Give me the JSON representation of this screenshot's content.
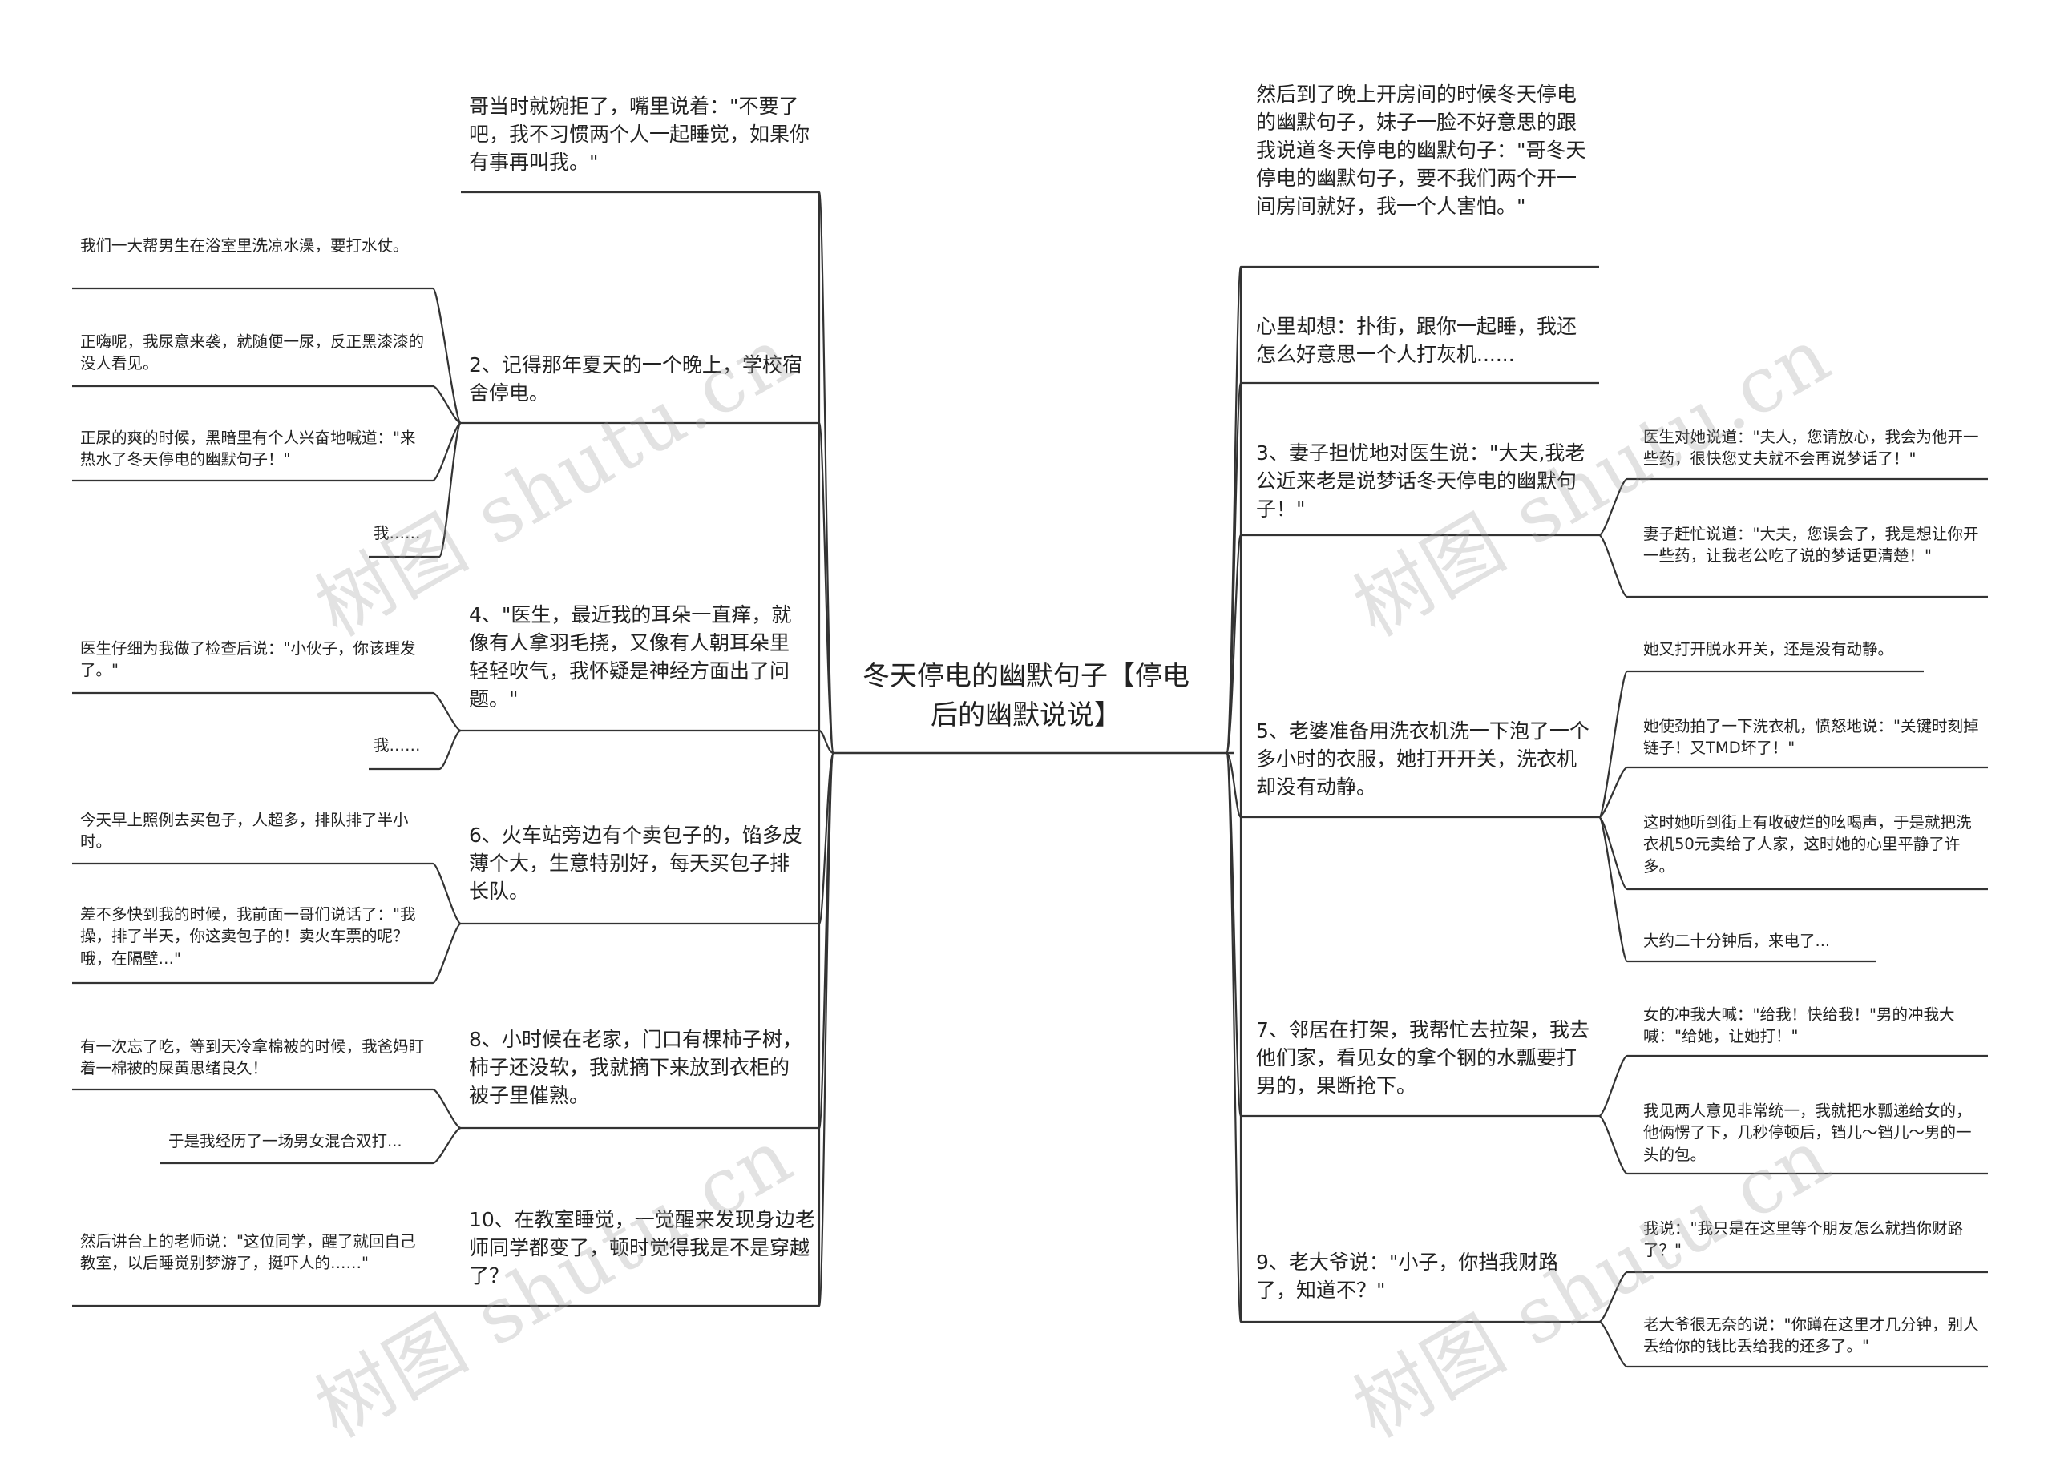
{
  "center": {
    "title": "冬天停电的幽默句子【停电后的幽默说说】"
  },
  "watermark": {
    "text": "树图 shutu.cn"
  },
  "left": [
    {
      "text": "哥当时就婉拒了，嘴里说着：\"不要了吧，我不习惯两个人一起睡觉，如果你有事再叫我。\"",
      "children": []
    },
    {
      "text": "2、记得那年夏天的一个晚上，学校宿舍停电。",
      "children": [
        "我们一大帮男生在浴室里洗凉水澡，要打水仗。",
        "正嗨呢，我尿意来袭，就随便一尿，反正黑漆漆的没人看见。",
        "正尿的爽的时候，黑暗里有个人兴奋地喊道：\"来热水了冬天停电的幽默句子！\"",
        "我……"
      ]
    },
    {
      "text": "4、\"医生，最近我的耳朵一直痒，就像有人拿羽毛挠，又像有人朝耳朵里轻轻吹气，我怀疑是神经方面出了问题。\"",
      "children": [
        "医生仔细为我做了检查后说：\"小伙子，你该理发了。\"",
        "我……"
      ]
    },
    {
      "text": "6、火车站旁边有个卖包子的，馅多皮薄个大，生意特别好，每天买包子排长队。",
      "children": [
        "今天早上照例去买包子，人超多，排队排了半小时。",
        "差不多快到我的时候，我前面一哥们说话了：\"我操，排了半天，你这卖包子的！卖火车票的呢？哦，在隔壁…\""
      ]
    },
    {
      "text": "8、小时候在老家，门口有棵柿子树，柿子还没软，我就摘下来放到衣柜的被子里催熟。",
      "children": [
        "有一次忘了吃，等到天冷拿棉被的时候，我爸妈盯着一棉被的屎黄思绪良久！",
        "于是我经历了一场男女混合双打..."
      ]
    },
    {
      "text": "10、在教室睡觉，一觉醒来发现身边老师同学都变了，顿时觉得我是不是穿越了？",
      "children": [
        "然后讲台上的老师说：\"这位同学，醒了就回自己教室，以后睡觉别梦游了，挺吓人的……\""
      ]
    }
  ],
  "right": [
    {
      "text": "然后到了晚上开房间的时候冬天停电的幽默句子，妹子一脸不好意思的跟我说道冬天停电的幽默句子：\"哥冬天停电的幽默句子，要不我们两个开一间房间就好，我一个人害怕。\"",
      "children": []
    },
    {
      "text": "心里却想：扑街，跟你一起睡，我还怎么好意思一个人打灰机......",
      "children": []
    },
    {
      "text": "3、妻子担忧地对医生说：\"大夫,我老公近来老是说梦话冬天停电的幽默句子！\"",
      "children": [
        "医生对她说道：\"夫人，您请放心，我会为他开一些药，很快您丈夫就不会再说梦话了！\"",
        "妻子赶忙说道：\"大夫，您误会了，我是想让你开一些药，让我老公吃了说的梦话更清楚！\""
      ]
    },
    {
      "text": "5、老婆准备用洗衣机洗一下泡了一个多小时的衣服，她打开开关，洗衣机却没有动静。",
      "children": [
        "她又打开脱水开关，还是没有动静。",
        "她使劲拍了一下洗衣机，愤怒地说：\"关键时刻掉链子！又TMD坏了！\"",
        "这时她听到街上有收破烂的吆喝声，于是就把洗衣机50元卖给了人家，这时她的心里平静了许多。",
        "大约二十分钟后，来电了..."
      ]
    },
    {
      "text": "7、邻居在打架，我帮忙去拉架，我去他们家，看见女的拿个钢的水瓢要打男的，果断抢下。",
      "children": [
        "女的冲我大喊：\"给我！快给我！\"男的冲我大喊：\"给她，让她打！\"",
        "我见两人意见非常统一，我就把水瓢递给女的，他俩愣了下，几秒停顿后，铛儿～铛儿～男的一头的包。"
      ]
    },
    {
      "text": "9、老大爷说：\"小子，你挡我财路了，知道不？\"",
      "children": [
        "我说：\"我只是在这里等个朋友怎么就挡你财路了？\"",
        "老大爷很无奈的说：\"你蹲在这里才几分钟，别人丢给你的钱比丢给我的还多了。\""
      ]
    }
  ]
}
